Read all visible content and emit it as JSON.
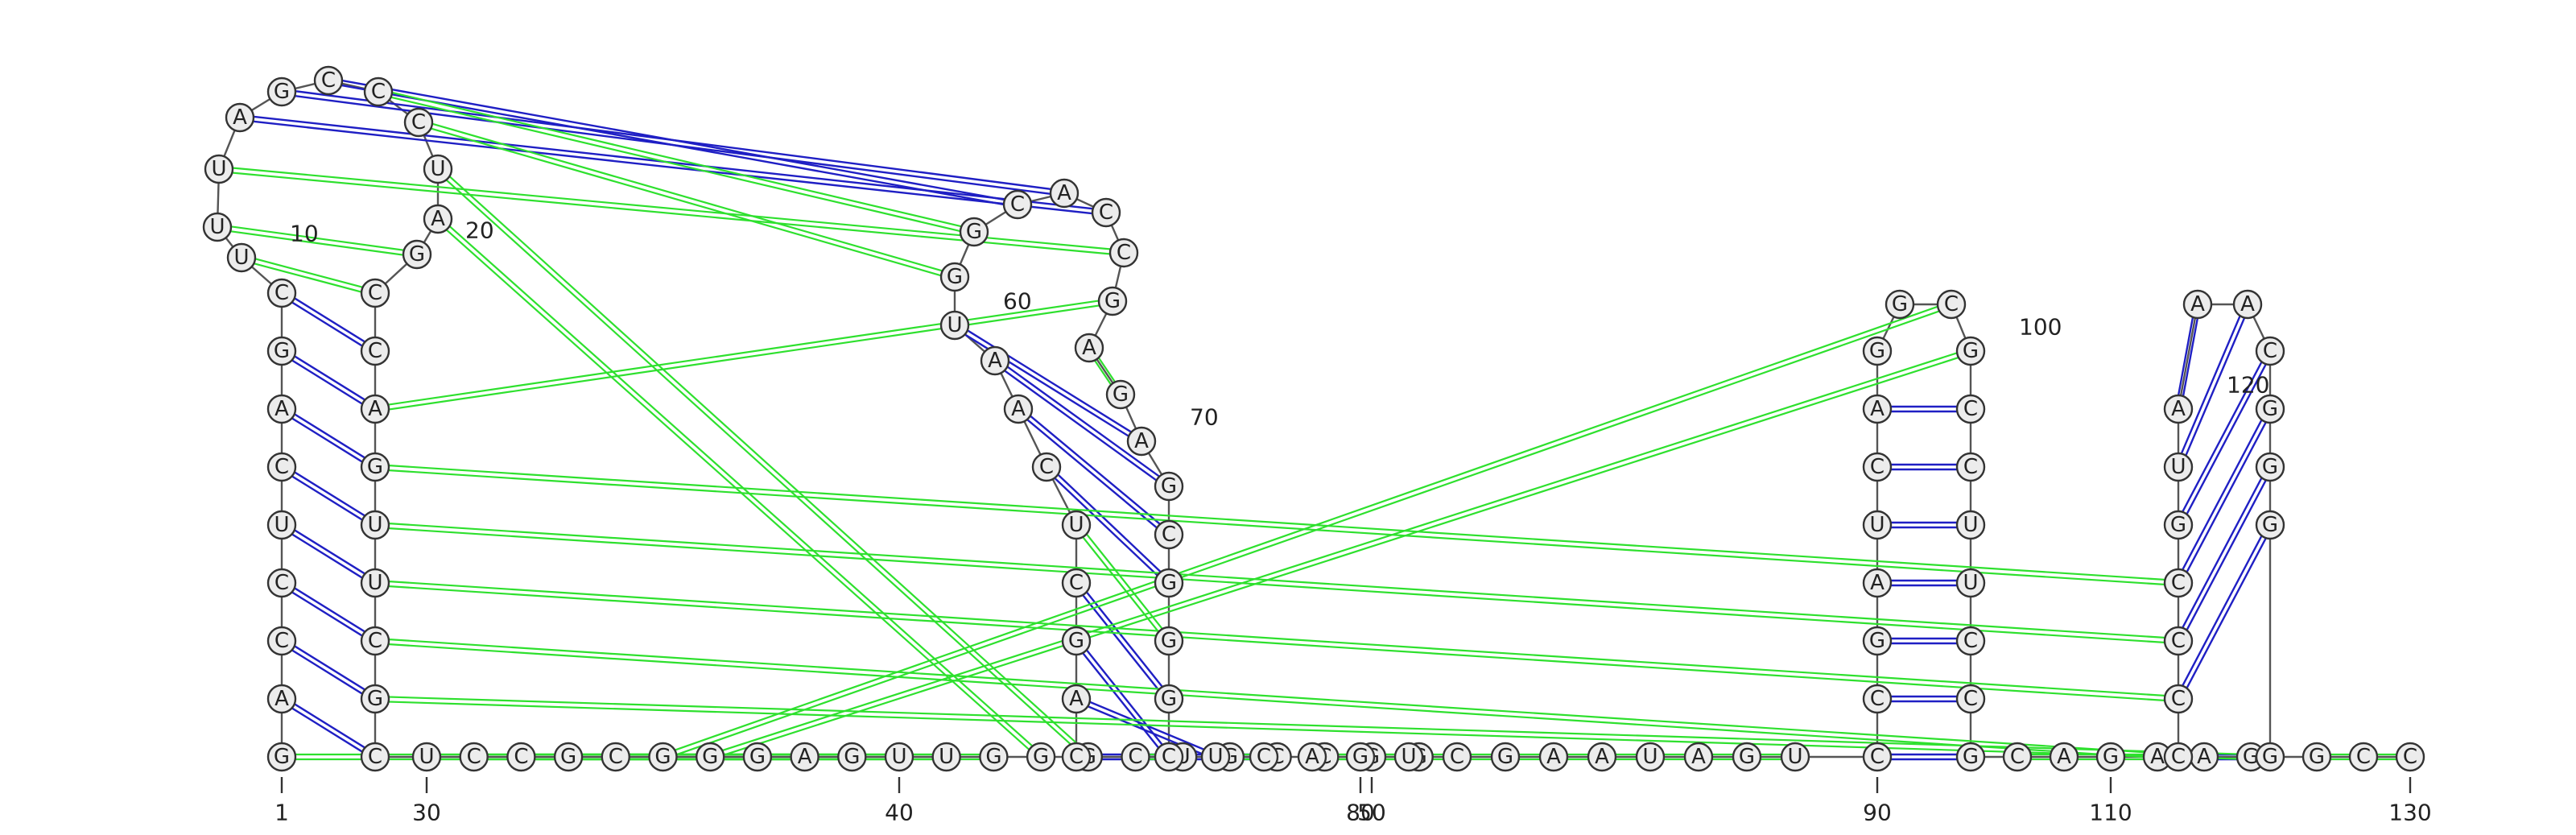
{
  "sequence": "GACCUCAGCUUUAGCCCUAGCCAGUUCGCUCCGCGGGAGUUGGGCUGCCGGCAGCUCAAUGGCACCGAGAGCGGGCUCAGUCGAAUAGUCCGAUCAGGCGCCUUCCGCAGAAGCCCCGUAAACGGGGGCC",
  "numbering": [
    {
      "n": 1,
      "label": "1"
    },
    {
      "n": 10,
      "label": "10"
    },
    {
      "n": 20,
      "label": "20"
    },
    {
      "n": 30,
      "label": "30"
    },
    {
      "n": 40,
      "label": "40"
    },
    {
      "n": 50,
      "label": "50"
    },
    {
      "n": 60,
      "label": "60"
    },
    {
      "n": 70,
      "label": "70"
    },
    {
      "n": 80,
      "label": "80"
    },
    {
      "n": 90,
      "label": "90"
    },
    {
      "n": 100,
      "label": "100"
    },
    {
      "n": 110,
      "label": "110"
    },
    {
      "n": 120,
      "label": "120"
    },
    {
      "n": 130,
      "label": "130"
    }
  ],
  "colors": {
    "canonical_pair": "#1f1fc4",
    "noncanonical_pair": "#2ee02e",
    "nucleotide_fill": "#ececec",
    "backbone": "#555555"
  },
  "base_pairs": [
    {
      "i": 2,
      "j": 29,
      "type": "canonical"
    },
    {
      "i": 3,
      "j": 28,
      "type": "canonical"
    },
    {
      "i": 4,
      "j": 27,
      "type": "canonical"
    },
    {
      "i": 5,
      "j": 26,
      "type": "canonical"
    },
    {
      "i": 6,
      "j": 25,
      "type": "canonical"
    },
    {
      "i": 7,
      "j": 24,
      "type": "canonical"
    },
    {
      "i": 8,
      "j": 23,
      "type": "canonical"
    },
    {
      "i": 9,
      "j": 22,
      "type": "canonical"
    },
    {
      "i": 13,
      "j": 65,
      "type": "canonical"
    },
    {
      "i": 14,
      "j": 64,
      "type": "canonical"
    },
    {
      "i": 15,
      "j": 63,
      "type": "canonical"
    },
    {
      "i": 52,
      "j": 78,
      "type": "canonical"
    },
    {
      "i": 53,
      "j": 77,
      "type": "canonical"
    },
    {
      "i": 54,
      "j": 76,
      "type": "canonical"
    },
    {
      "i": 55,
      "j": 75,
      "type": "canonical"
    },
    {
      "i": 57,
      "j": 73,
      "type": "canonical"
    },
    {
      "i": 58,
      "j": 72,
      "type": "canonical"
    },
    {
      "i": 59,
      "j": 71,
      "type": "canonical"
    },
    {
      "i": 60,
      "j": 70,
      "type": "canonical"
    },
    {
      "i": 90,
      "j": 107,
      "type": "canonical"
    },
    {
      "i": 91,
      "j": 106,
      "type": "canonical"
    },
    {
      "i": 92,
      "j": 105,
      "type": "canonical"
    },
    {
      "i": 93,
      "j": 104,
      "type": "canonical"
    },
    {
      "i": 94,
      "j": 103,
      "type": "canonical"
    },
    {
      "i": 95,
      "j": 102,
      "type": "canonical"
    },
    {
      "i": 96,
      "j": 101,
      "type": "canonical"
    },
    {
      "i": 114,
      "j": 127,
      "type": "canonical"
    },
    {
      "i": 115,
      "j": 126,
      "type": "canonical"
    },
    {
      "i": 116,
      "j": 125,
      "type": "canonical"
    },
    {
      "i": 117,
      "j": 124,
      "type": "canonical"
    },
    {
      "i": 118,
      "j": 123,
      "type": "canonical"
    },
    {
      "i": 119,
      "j": 122,
      "type": "canonical"
    },
    {
      "i": 120,
      "j": 121,
      "type": "canonical"
    },
    {
      "i": 10,
      "j": 21,
      "type": "noncanonical"
    },
    {
      "i": 11,
      "j": 20,
      "type": "noncanonical"
    },
    {
      "i": 12,
      "j": 66,
      "type": "noncanonical"
    },
    {
      "i": 16,
      "j": 62,
      "type": "noncanonical"
    },
    {
      "i": 17,
      "j": 61,
      "type": "noncanonical"
    },
    {
      "i": 18,
      "j": 44,
      "type": "noncanonical"
    },
    {
      "i": 19,
      "j": 43,
      "type": "noncanonical"
    },
    {
      "i": 1,
      "j": 37,
      "type": "noncanonical"
    },
    {
      "i": 30,
      "j": 38,
      "type": "noncanonical"
    },
    {
      "i": 31,
      "j": 39,
      "type": "noncanonical"
    },
    {
      "i": 32,
      "j": 40,
      "type": "noncanonical"
    },
    {
      "i": 33,
      "j": 41,
      "type": "noncanonical"
    },
    {
      "i": 34,
      "j": 42,
      "type": "noncanonical"
    },
    {
      "i": 35,
      "j": 99,
      "type": "noncanonical"
    },
    {
      "i": 36,
      "j": 100,
      "type": "noncanonical"
    },
    {
      "i": 24,
      "j": 117,
      "type": "noncanonical"
    },
    {
      "i": 25,
      "j": 116,
      "type": "noncanonical"
    },
    {
      "i": 26,
      "j": 115,
      "type": "noncanonical"
    },
    {
      "i": 27,
      "j": 114,
      "type": "noncanonical"
    },
    {
      "i": 28,
      "j": 113,
      "type": "noncanonical"
    },
    {
      "i": 23,
      "j": 67,
      "type": "noncanonical"
    },
    {
      "i": 45,
      "j": 46,
      "type": "noncanonical"
    },
    {
      "i": 47,
      "j": 48,
      "type": "noncanonical"
    },
    {
      "i": 49,
      "j": 50,
      "type": "noncanonical"
    },
    {
      "i": 51,
      "j": 79,
      "type": "noncanonical"
    },
    {
      "i": 56,
      "j": 74,
      "type": "noncanonical"
    },
    {
      "i": 68,
      "j": 69,
      "type": "noncanonical"
    },
    {
      "i": 80,
      "j": 89,
      "type": "noncanonical"
    },
    {
      "i": 108,
      "j": 112,
      "type": "noncanonical"
    },
    {
      "i": 128,
      "j": 130,
      "type": "noncanonical"
    }
  ]
}
